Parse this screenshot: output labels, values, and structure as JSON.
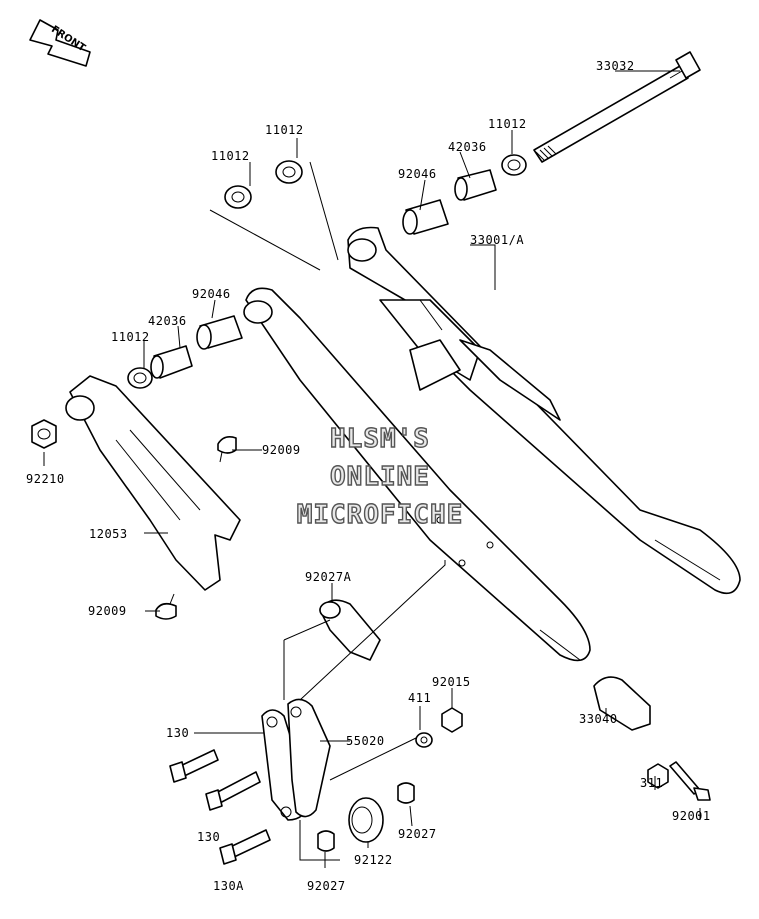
{
  "front_label": "FRONT",
  "watermark": [
    "HLSM'S",
    "ONLINE",
    "MICROFICHE"
  ],
  "labels": {
    "p33032": "33032",
    "p11012_a": "11012",
    "p11012_b": "11012",
    "p11012_c": "11012",
    "p11012_d": "11012",
    "p42036_a": "42036",
    "p42036_b": "42036",
    "p92046_a": "92046",
    "p92046_b": "92046",
    "p33001": "33001/A",
    "p92210": "92210",
    "p92009_a": "92009",
    "p92009_b": "92009",
    "p12053": "12053",
    "p92027A": "92027A",
    "p130_a": "130",
    "p130_b": "130",
    "p130A": "130A",
    "p55020": "55020",
    "p411": "411",
    "p92015": "92015",
    "p92027_a": "92027",
    "p92027_b": "92027",
    "p92122": "92122",
    "p33040": "33040",
    "p311": "311",
    "p92001": "92001"
  }
}
